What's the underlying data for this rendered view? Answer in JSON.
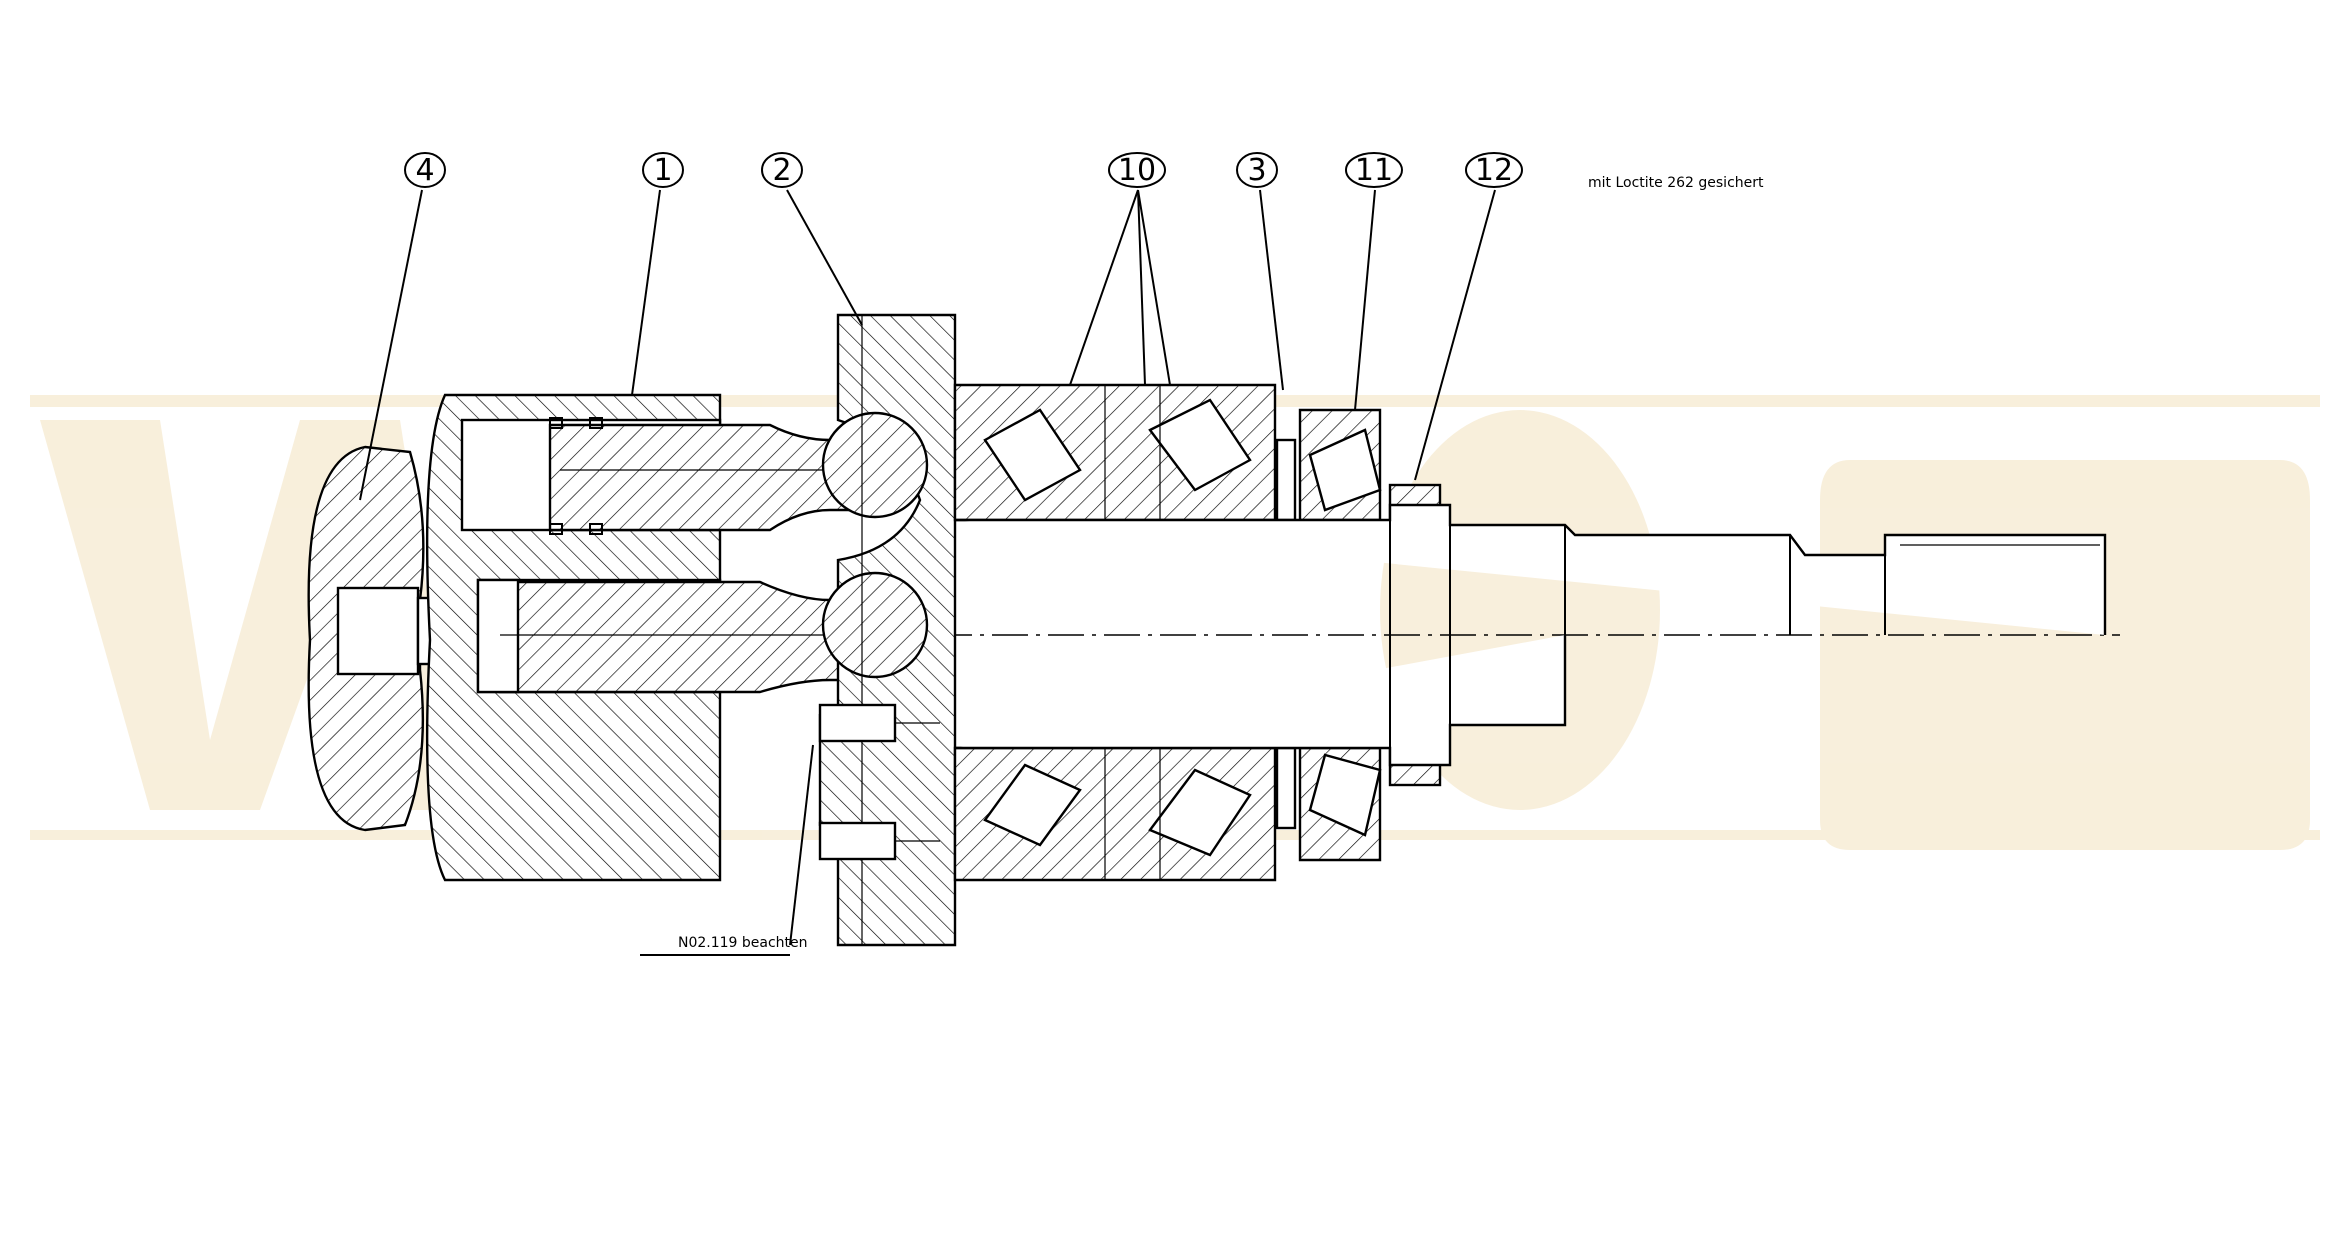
{
  "diagram": {
    "callouts": [
      {
        "id": "callout-4",
        "label": "4"
      },
      {
        "id": "callout-1",
        "label": "1"
      },
      {
        "id": "callout-2",
        "label": "2"
      },
      {
        "id": "callout-10",
        "label": "10"
      },
      {
        "id": "callout-3",
        "label": "3"
      },
      {
        "id": "callout-11",
        "label": "11"
      },
      {
        "id": "callout-12",
        "label": "12"
      }
    ],
    "notes": {
      "loctite": "mit Loctite 262 gesichert",
      "reference": "N02.119 beachten"
    },
    "colors": {
      "line": "#000000",
      "background": "#ffffff",
      "watermark": "#f6ead0"
    }
  }
}
